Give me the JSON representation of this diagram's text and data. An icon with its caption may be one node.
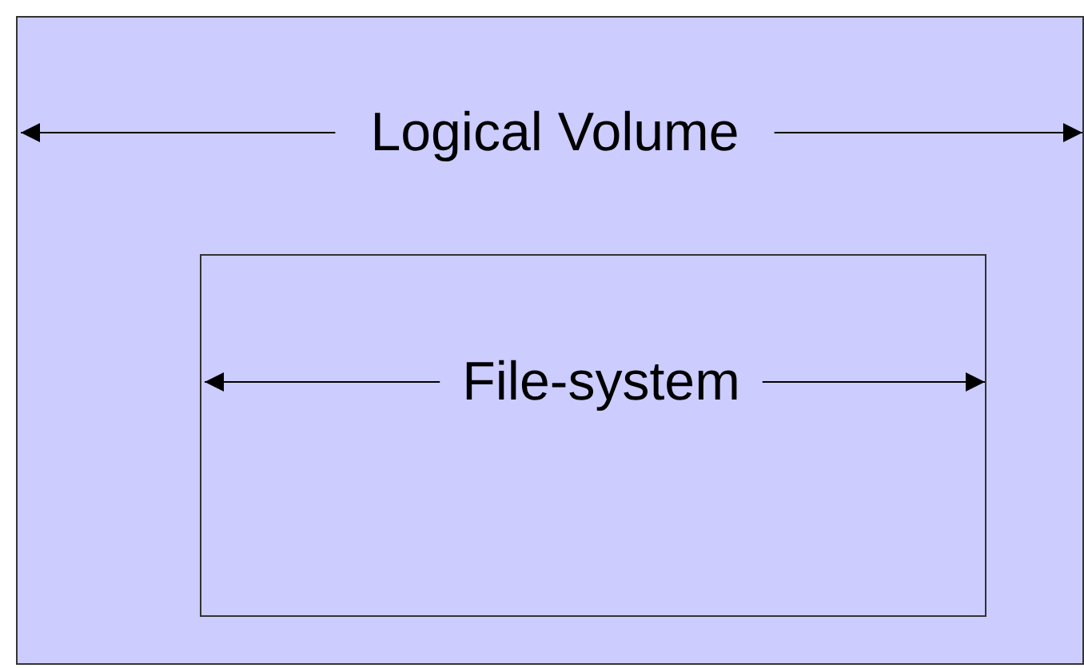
{
  "diagram": {
    "nodes": [
      {
        "text": [
          "Logical Volume"
        ]
      },
      {
        "text": [
          "File-system"
        ],
        "in": 0
      }
    ]
  }
}
